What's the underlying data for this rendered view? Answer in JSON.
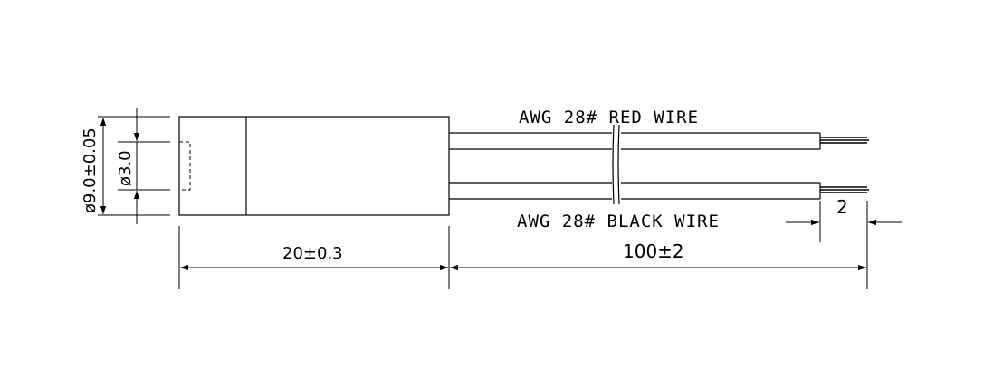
{
  "labels": {
    "red_wire": "AWG   28# RED WIRE",
    "black_wire": "AWG   28# BLACK WIRE",
    "body_length": "20±0.3",
    "wire_length": "100±2",
    "strip_length": "2",
    "outer_diameter": "ø9.0±0.05",
    "inner_diameter": "ø3.0"
  }
}
